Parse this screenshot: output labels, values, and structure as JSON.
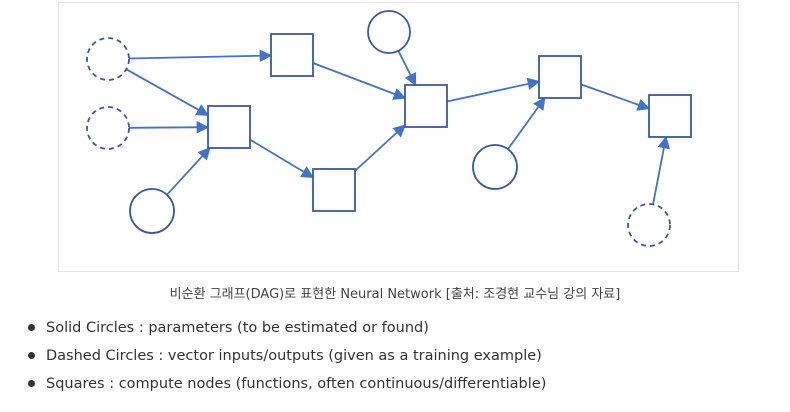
{
  "colors": {
    "node_stroke": "#3a5a9b",
    "edge": "#4472c4",
    "text": "#333333"
  },
  "diagram": {
    "nodes": [
      {
        "id": "in1",
        "kind": "dashed-circle"
      },
      {
        "id": "in2",
        "kind": "dashed-circle"
      },
      {
        "id": "p1",
        "kind": "solid-circle"
      },
      {
        "id": "c1",
        "kind": "square"
      },
      {
        "id": "c2",
        "kind": "square"
      },
      {
        "id": "c3",
        "kind": "square"
      },
      {
        "id": "p2",
        "kind": "solid-circle"
      },
      {
        "id": "c4",
        "kind": "square"
      },
      {
        "id": "c5",
        "kind": "square"
      },
      {
        "id": "p3",
        "kind": "solid-circle"
      },
      {
        "id": "c6",
        "kind": "square"
      },
      {
        "id": "out1",
        "kind": "dashed-circle"
      }
    ],
    "edges": [
      {
        "from": "in1",
        "to": "c2"
      },
      {
        "from": "in1",
        "to": "c1"
      },
      {
        "from": "in2",
        "to": "c2"
      },
      {
        "from": "p1",
        "to": "c2"
      },
      {
        "from": "c1",
        "to": "c4"
      },
      {
        "from": "c2",
        "to": "c3"
      },
      {
        "from": "c3",
        "to": "c4"
      },
      {
        "from": "p2",
        "to": "c4"
      },
      {
        "from": "c4",
        "to": "c5"
      },
      {
        "from": "p3",
        "to": "c5"
      },
      {
        "from": "c5",
        "to": "c6"
      },
      {
        "from": "out1",
        "to": "c6"
      }
    ]
  },
  "caption": "비순환 그래프(DAG)로 표현한 Neural Network [출처: 조경현 교수님 강의 자료]",
  "legend": [
    {
      "text": "Solid Circles : parameters (to be estimated or found)"
    },
    {
      "text": "Dashed Circles : vector inputs/outputs (given as a training example)"
    },
    {
      "text": "Squares : compute nodes (functions, often continuous/differentiable)"
    }
  ]
}
